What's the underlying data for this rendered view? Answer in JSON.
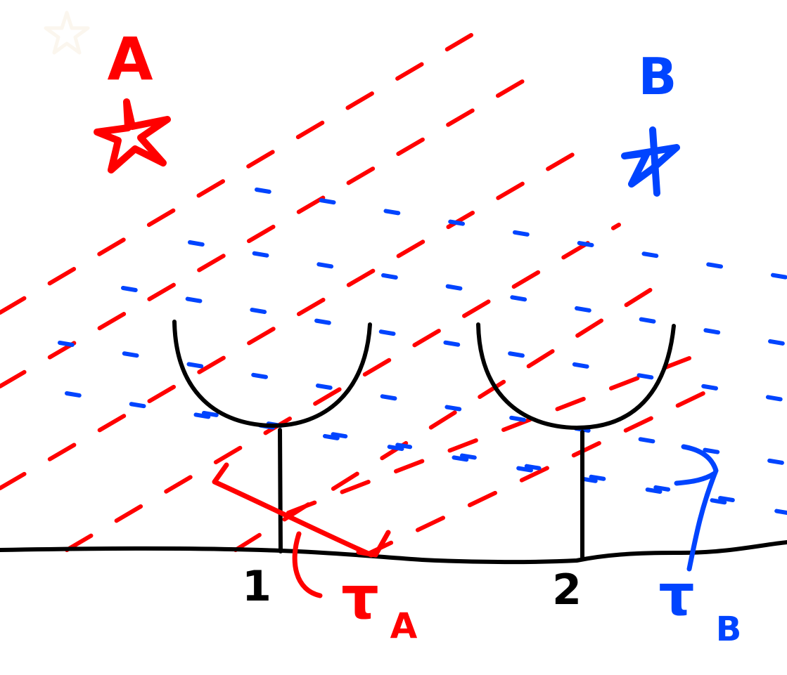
{
  "colors": {
    "star_a": "#ff0000",
    "star_b": "#0044ff",
    "ground": "#000000",
    "background": "#ffffff"
  },
  "stars": [
    {
      "label": "A",
      "icon": "star-a-icon"
    },
    {
      "label": "B",
      "icon": "star-b-icon"
    }
  ],
  "dishes": [
    {
      "label": "1"
    },
    {
      "label": "2"
    }
  ],
  "angles": [
    {
      "symbol": "τ",
      "subscript": "A"
    },
    {
      "symbol": "τ",
      "subscript": "B"
    }
  ]
}
